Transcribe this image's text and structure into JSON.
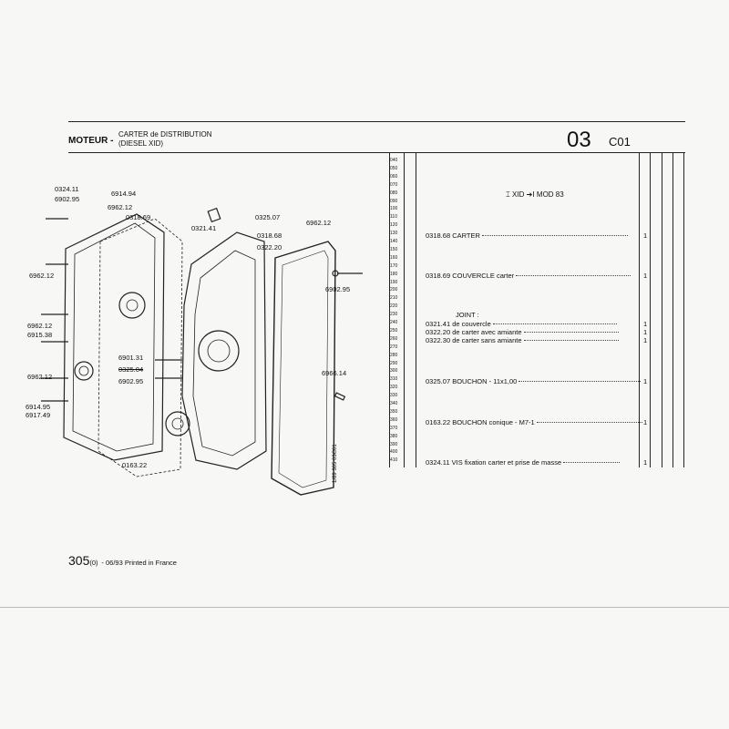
{
  "header": {
    "group": "MOTEUR -",
    "desc_line1": "CARTER de DISTRIBUTION",
    "desc_line2": "(DIESEL XID)",
    "section_number": "03",
    "section_code": "C01"
  },
  "row_numbers": [
    "040",
    "050",
    "060",
    "070",
    "080",
    "090",
    "100",
    "110",
    "120",
    "130",
    "140",
    "150",
    "160",
    "170",
    "180",
    "190",
    "200",
    "210",
    "220",
    "230",
    "240",
    "250",
    "260",
    "270",
    "280",
    "290",
    "300",
    "310",
    "320",
    "330",
    "340",
    "350",
    "360",
    "370",
    "380",
    "390",
    "400",
    "410"
  ],
  "variant": {
    "engine": "XID",
    "arrow_symbol": "➔I",
    "model": "MOD 83"
  },
  "parts": [
    {
      "ref": "0318.68",
      "desc": "CARTER",
      "qty": "1"
    },
    {
      "ref": "0318.69",
      "desc": "COUVERCLE carter",
      "qty": "1"
    },
    {
      "ref": "",
      "desc": "JOINT :",
      "qty": ""
    },
    {
      "ref": "0321.41",
      "desc": "de couvercle",
      "qty": "1"
    },
    {
      "ref": "0322.20",
      "desc": "de carter avec amiante",
      "qty": "1"
    },
    {
      "ref": "0322.30",
      "desc": "de carter sans amiante",
      "qty": "1"
    },
    {
      "ref": "0325.07",
      "desc": "BOUCHON - 11x1,00",
      "qty": "1"
    },
    {
      "ref": "0163.22",
      "desc": "BOUCHON conique - M7-1",
      "qty": "1"
    },
    {
      "ref": "0324.11",
      "desc": "VIS fixation carter et prise de masse",
      "qty": "1"
    }
  ],
  "callouts": [
    "0324.11",
    "6914.94",
    "6902.95",
    "6962.12",
    "0318.69",
    "0321.41",
    "0325.07",
    "6962.12",
    "0318.68",
    "0322.20",
    "6962.12",
    "6902.95",
    "6962.12",
    "6915.38",
    "6901.31",
    "0325.04",
    "6902.95",
    "6962.12",
    "6966.14",
    "6914.95",
    "6917.49",
    "0163.22"
  ],
  "footer": {
    "model": "305",
    "variant": "(0)",
    "date_print": "- 06/93 Printed in France"
  },
  "stamp": "1/89 305 03C01"
}
